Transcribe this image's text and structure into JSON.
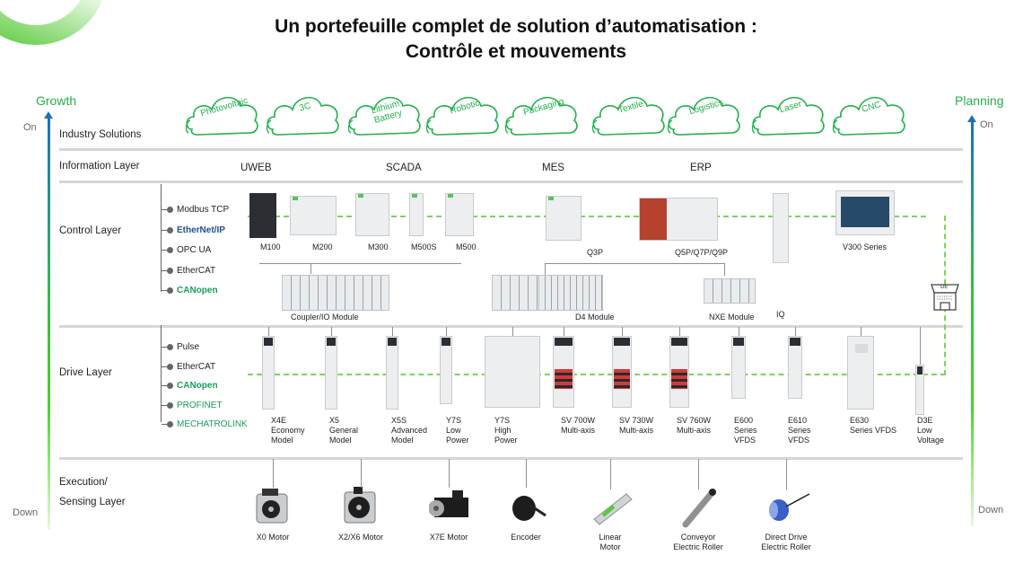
{
  "title": {
    "line1": "Un portefeuille complet de solution d’automatisation :",
    "line2": "Contrôle et mouvements"
  },
  "left_axis": {
    "label": "Growth",
    "top": "On",
    "bottom": "Down"
  },
  "right_axis": {
    "label": "Planning",
    "top": "On",
    "bottom": "Down"
  },
  "layers": {
    "industry": "Industry Solutions",
    "information": "Information Layer",
    "control": "Control Layer",
    "drive": "Drive Layer",
    "execution_line1": "Execution/",
    "execution_line2": "Sensing Layer"
  },
  "industries": [
    {
      "line1": "Photovoltaic",
      "line2": ""
    },
    {
      "line1": "3C",
      "line2": ""
    },
    {
      "line1": "Lithium",
      "line2": "Battery"
    },
    {
      "line1": "Robotic",
      "line2": ""
    },
    {
      "line1": "Packaging",
      "line2": ""
    },
    {
      "line1": "Textile",
      "line2": ""
    },
    {
      "line1": "Logistics",
      "line2": ""
    },
    {
      "line1": "Laser",
      "line2": ""
    },
    {
      "line1": "CNC",
      "line2": ""
    }
  ],
  "information_items": [
    "UWEB",
    "SCADA",
    "MES",
    "ERP"
  ],
  "control_protocols": [
    "Modbus TCP",
    "EtherNet/IP",
    "OPC UA",
    "EtherCAT",
    "CANopen"
  ],
  "drive_protocols": [
    "Pulse",
    "EtherCAT",
    "CANopen",
    "PROFINET",
    "MECHATROLINK"
  ],
  "controllers": [
    "M100",
    "M200",
    "M300",
    "M500S",
    "M500",
    "Q3P",
    "Q5P/Q7P/Q9P",
    "V300 Series"
  ],
  "io_modules": [
    "Coupler/IO Module",
    "D4 Module",
    "NXE Module",
    "IQ"
  ],
  "laptop_label": "DE",
  "drives": [
    {
      "l1": "X4E",
      "l2": "Economy",
      "l3": "Model"
    },
    {
      "l1": "X5",
      "l2": "General",
      "l3": "Model"
    },
    {
      "l1": "X5S",
      "l2": "Advanced",
      "l3": "Model"
    },
    {
      "l1": "Y7S",
      "l2": "Low",
      "l3": "Power"
    },
    {
      "l1": "Y7S",
      "l2": "High",
      "l3": "Power"
    },
    {
      "l1": "SV 700W",
      "l2": "Multi-axis",
      "l3": ""
    },
    {
      "l1": "SV 730W",
      "l2": "Multi-axis",
      "l3": ""
    },
    {
      "l1": "SV 760W",
      "l2": "Multi-axis",
      "l3": ""
    },
    {
      "l1": "E600",
      "l2": "Series",
      "l3": "VFDS"
    },
    {
      "l1": "E610",
      "l2": "Series",
      "l3": "VFDS"
    },
    {
      "l1": "E630",
      "l2": "Series VFDS",
      "l3": ""
    },
    {
      "l1": "D3E",
      "l2": "Low",
      "l3": "Voltage"
    }
  ],
  "execution": [
    {
      "l1": "X0 Motor",
      "l2": ""
    },
    {
      "l1": "X2/X6 Motor",
      "l2": ""
    },
    {
      "l1": "X7E Motor",
      "l2": ""
    },
    {
      "l1": "Encoder",
      "l2": ""
    },
    {
      "l1": "Linear",
      "l2": "Motor"
    },
    {
      "l1": "Conveyor",
      "l2": "Electric Roller"
    },
    {
      "l1": "Direct Drive",
      "l2": "Electric Roller"
    }
  ],
  "colors": {
    "green": "#22b14c",
    "blue": "#1f6fb5",
    "dash": "#7cd35a"
  }
}
